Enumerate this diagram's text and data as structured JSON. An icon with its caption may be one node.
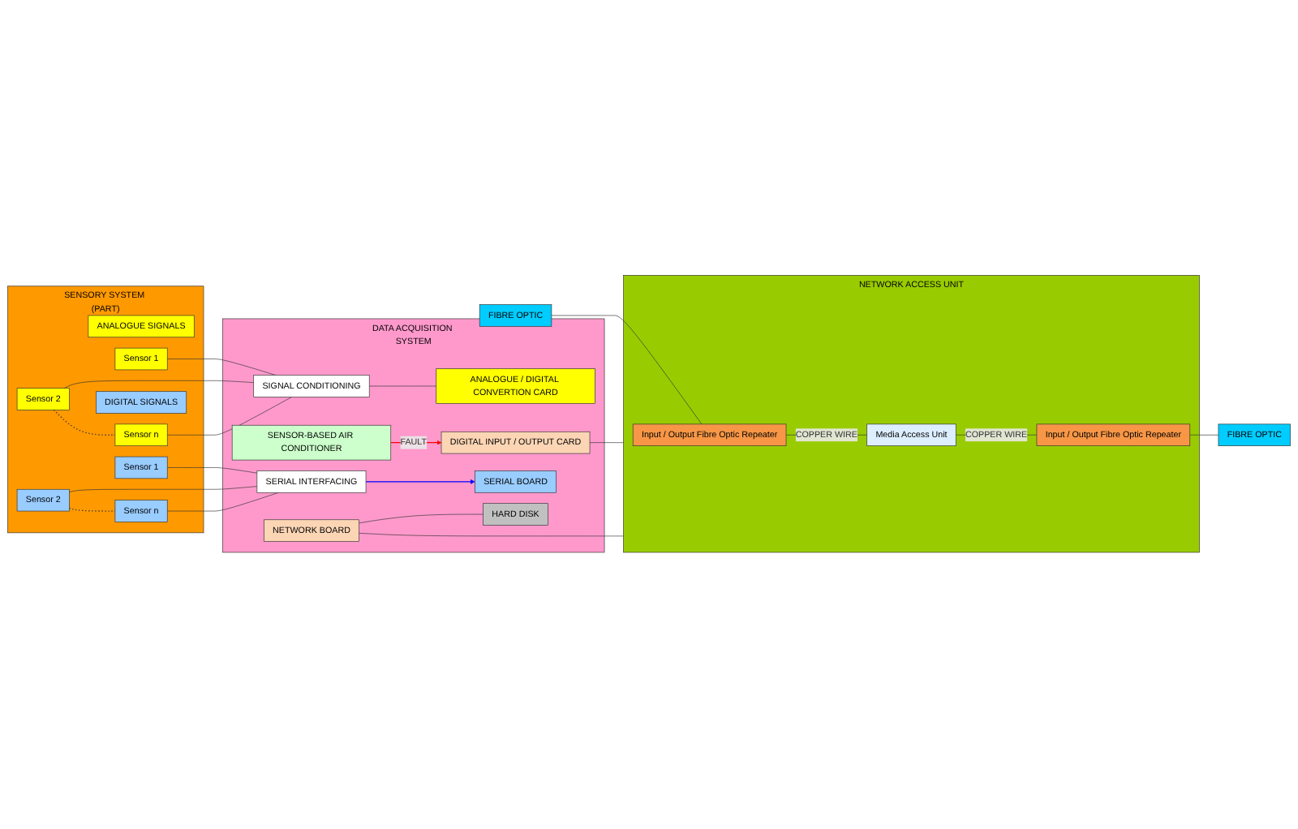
{
  "diagram": {
    "nodes": [
      {
        "text": [
          "SENSORY SYSTEM (PART)"
        ]
      },
      {
        "text": [
          "ANALOGUE SIGNALS"
        ],
        "in": 0
      },
      {
        "text": [
          "Sensor 1"
        ],
        "in": 0
      },
      {
        "text": [
          "Sensor 2"
        ],
        "in": 0
      },
      {
        "text": [
          "Sensor n"
        ],
        "in": 0
      },
      {
        "text": [
          "DIGITAL SIGNALS"
        ],
        "in": 0
      },
      {
        "text": [
          "Sensor 1"
        ],
        "in": 0
      },
      {
        "text": [
          "Sensor 2"
        ],
        "in": 0
      },
      {
        "text": [
          "Sensor n"
        ],
        "in": 0
      },
      {
        "text": [
          "DATA ACQUISITION SYSTEM"
        ]
      },
      {
        "text": [
          "SIGNAL CONDITIONING"
        ],
        "in": 9
      },
      {
        "text": [
          "ANALOGUE / DIGITAL CONVERTION CARD"
        ],
        "in": 9
      },
      {
        "text": [
          "DIGITAL INPUT / OUTPUT CARD"
        ],
        "in": 9
      },
      {
        "text": [
          "SERIAL INTERFACING"
        ],
        "in": 9
      },
      {
        "text": [
          "SERIAL BOARD"
        ],
        "in": 9
      },
      {
        "text": [
          "NETWORK BOARD"
        ],
        "in": 9
      },
      {
        "text": [
          "HARD DISK"
        ],
        "in": 9
      },
      {
        "text": [
          "SENSOR-BASED AIR CONDITIONER"
        ],
        "in": 9
      },
      {
        "text": [
          "NETWORK ACCESS UNIT"
        ]
      },
      {
        "text": [
          "Input / Output Fibre Optic Repeater"
        ],
        "in": 18
      },
      {
        "text": [
          "Media Access Unit"
        ],
        "in": 18
      },
      {
        "text": [
          "Input / Output Fibre Optic Repeater"
        ],
        "in": 18
      },
      {
        "text": [
          "FIBRE OPTIC"
        ]
      },
      {
        "text": [
          "FIBRE OPTIC"
        ]
      }
    ],
    "edges": [
      {
        "from": 2,
        "to": 10,
        "arrow": "none"
      },
      {
        "from": 3,
        "to": 10,
        "arrow": "none"
      },
      {
        "from": 3,
        "to": 4,
        "arrow": "none",
        "style": "dashed"
      },
      {
        "from": 4,
        "to": 10,
        "arrow": "none"
      },
      {
        "from": 6,
        "to": 13,
        "arrow": "none"
      },
      {
        "from": 7,
        "to": 13,
        "arrow": "none"
      },
      {
        "from": 7,
        "to": 8,
        "arrow": "none",
        "style": "dashed"
      },
      {
        "from": 8,
        "to": 13,
        "arrow": "none"
      },
      {
        "from": 10,
        "to": 11,
        "arrow": "none"
      },
      {
        "from": 12,
        "to": 18,
        "arrow": "none"
      },
      {
        "from": 13,
        "to": 14,
        "arrow": "to",
        "color": "#0000ff"
      },
      {
        "from": 15,
        "to": 16,
        "arrow": "none"
      },
      {
        "from": 15,
        "to": 18,
        "arrow": "none"
      },
      {
        "from": 17,
        "to": 12,
        "arrow": "to",
        "label": "FAULT",
        "color": "#ff0000"
      },
      {
        "from": 22,
        "to": 19,
        "arrow": "none"
      },
      {
        "from": 19,
        "to": 20,
        "arrow": "none",
        "label": "COPPER WIRE"
      },
      {
        "from": 20,
        "to": 21,
        "arrow": "none",
        "label": "COPPER WIRE"
      },
      {
        "from": 21,
        "to": 23,
        "arrow": "none"
      }
    ]
  }
}
